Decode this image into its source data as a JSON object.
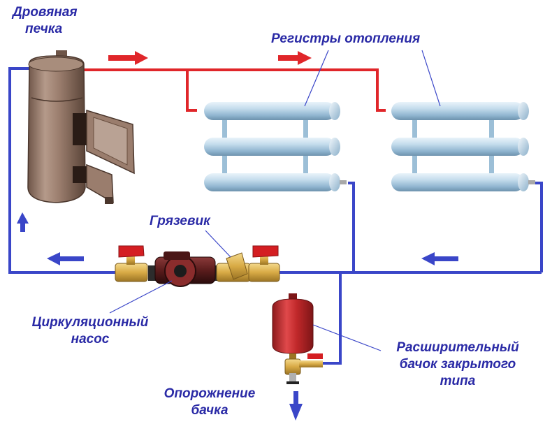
{
  "labels": {
    "stove_line1": "Дровяная",
    "stove_line2": "печка",
    "registers": "Регистры отопления",
    "mud_trap": "Грязевик",
    "pump_line1": "Циркуляционный",
    "pump_line2": "насос",
    "tank_line1": "Расширительный",
    "tank_line2": "бачок закрытого",
    "tank_line3": "типа",
    "drain_line1": "Опорожнение",
    "drain_line2": "бачка"
  },
  "colors": {
    "supply_pipe": "#e0262a",
    "return_pipe": "#3a46c8",
    "label_text": "#2a2aa6",
    "tank_red": "#c0282a",
    "valve_handle": "#d41e22",
    "brass": "#d8aa45",
    "register_pipe": "#b7d3e6"
  },
  "icons": {
    "stove": "wood-stove-icon",
    "pump": "circulation-pump-icon",
    "mud_trap": "y-strainer-icon",
    "valve": "ball-valve-icon",
    "tank": "expansion-tank-icon"
  }
}
